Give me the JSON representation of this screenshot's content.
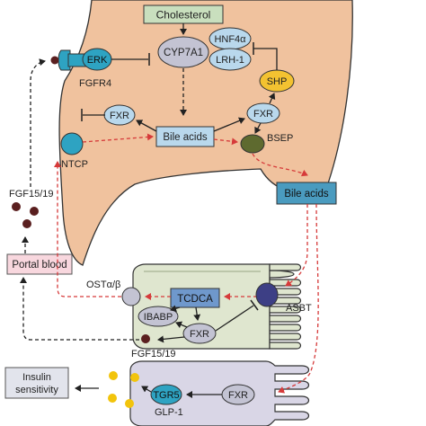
{
  "labels": {
    "cholesterol": "Cholesterol",
    "cyp7a1": "CYP7A1",
    "hnf4a": "HNF4α",
    "lrh1": "LRH-1",
    "shp": "SHP",
    "erk": "ERK",
    "fgfr4": "FGFR4",
    "fxr_hep_left": "FXR",
    "bile_acids_hep": "Bile acids",
    "fxr_hep_right": "FXR",
    "ntcp": "NTCP",
    "bsep": "BSEP",
    "fgf15_19_top": "FGF15/19",
    "bile_acids_duct": "Bile acids",
    "portal_blood": "Portal blood",
    "osta_b": "OSTα/β",
    "tcdca": "TCDCA",
    "ibabp": "IBABP",
    "fxr_ent": "FXR",
    "asbt": "ASBT",
    "fgf15_19_bottom": "FGF15/19",
    "insulin_line1": "Insulin",
    "insulin_line2": "sensitivity",
    "tgr5": "TGR5",
    "fxr_lcell": "FXR",
    "glp1": "GLP-1"
  },
  "colors": {
    "liver_fill": "#f0c29e",
    "enterocyte_fill": "#dfe6cf",
    "lcell_fill": "#d9d6e6",
    "receptor_fill": "#b9d8ec",
    "transporter_teal": "#2ea3c2",
    "ostab_fill": "#c3c3d3",
    "asbt_fill": "#3d3f85",
    "shp_fill": "#f3c231",
    "bsep_fill": "#5e6a2f",
    "bile_box_fill": "#4a9bbf",
    "tcdca_fill": "#6f98cc",
    "cholesterol_fill": "#c9dfbe",
    "portal_fill": "#f8d7de",
    "insulin_fill": "#e2e4ec",
    "fgf_particle": "#5a1f1f",
    "glp1_particle": "#f2c40c",
    "red_arrow": "#d63a3a"
  }
}
